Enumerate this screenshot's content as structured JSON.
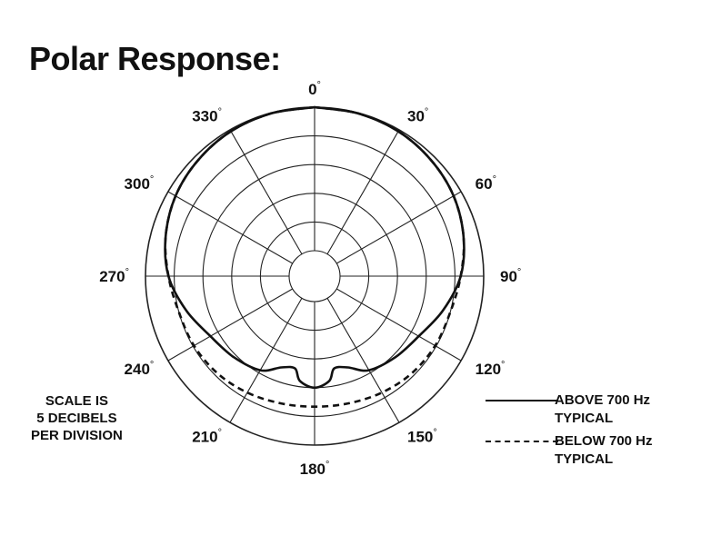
{
  "title": "Polar Response:",
  "chart_data": {
    "type": "polar",
    "angle_labels": [
      "0",
      "30",
      "60",
      "90",
      "120",
      "150",
      "180",
      "210",
      "240",
      "270",
      "300",
      "330"
    ],
    "angle_unit": "°",
    "rings": 5,
    "spokes_every_deg": 30,
    "scale_note": [
      "SCALE IS",
      "5 DECIBELS",
      "PER DIVISION"
    ],
    "series": [
      {
        "name": "ABOVE 700 Hz TYPICAL",
        "style": "solid",
        "angles_deg": [
          0,
          15,
          30,
          45,
          60,
          75,
          90,
          105,
          120,
          135,
          150,
          160,
          168,
          172,
          180,
          188,
          192,
          200,
          210,
          225,
          240,
          255,
          270,
          285,
          300,
          315,
          330,
          345,
          360
        ],
        "level_db": [
          0,
          -0.1,
          -0.3,
          -0.8,
          -1.5,
          -2.6,
          -4.0,
          -6.3,
          -8.5,
          -9.5,
          -10.5,
          -12.5,
          -13.0,
          -11.0,
          -10.0,
          -11.0,
          -13.0,
          -12.5,
          -10.5,
          -9.5,
          -8.5,
          -6.3,
          -4.0,
          -2.6,
          -1.5,
          -0.8,
          -0.3,
          -0.1,
          0
        ]
      },
      {
        "name": "BELOW 700 Hz TYPICAL",
        "style": "dashed",
        "angles_deg": [
          0,
          15,
          30,
          45,
          60,
          75,
          90,
          105,
          120,
          135,
          150,
          165,
          180,
          195,
          210,
          225,
          240,
          255,
          270,
          285,
          300,
          315,
          330,
          345,
          360
        ],
        "level_db": [
          0,
          -0.1,
          -0.3,
          -0.8,
          -1.5,
          -2.6,
          -4.0,
          -5.0,
          -5.2,
          -5.5,
          -6.0,
          -6.5,
          -6.7,
          -6.5,
          -6.0,
          -5.5,
          -5.2,
          -5.0,
          -4.0,
          -2.6,
          -1.5,
          -0.8,
          -0.3,
          -0.1,
          0
        ]
      }
    ],
    "legend": [
      {
        "style": "solid",
        "lines": [
          "ABOVE 700 Hz",
          "TYPICAL"
        ]
      },
      {
        "style": "dashed",
        "lines": [
          "BELOW 700 Hz",
          "TYPICAL"
        ]
      }
    ],
    "grid": true
  }
}
